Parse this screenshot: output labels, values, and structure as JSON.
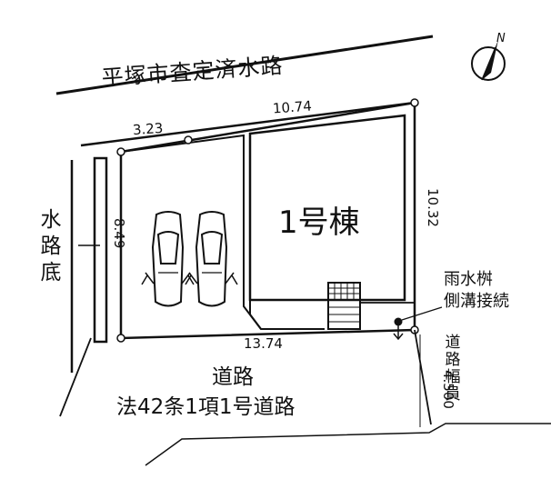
{
  "canal": {
    "title": "平塚市査定済水路",
    "bottom_label": "水路底"
  },
  "dimensions": {
    "top_edge": "10.74",
    "frontage": "3.23",
    "left_edge": "8.49",
    "right_edge": "10.32",
    "bottom_edge": "13.74",
    "road_width": "4.500"
  },
  "building": {
    "label": "1号棟"
  },
  "drain": {
    "label": "雨水桝\n側溝接続"
  },
  "road": {
    "name": "道路",
    "classification": "法42条1項1号道路",
    "width_title": "道路幅員"
  },
  "compass": {
    "label": "N"
  },
  "parking": {
    "cars": 2
  }
}
